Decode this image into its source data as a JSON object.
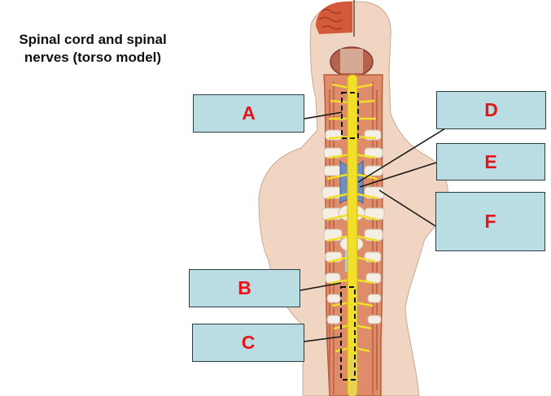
{
  "title": {
    "line1": "Spinal cord and spinal",
    "line2": "nerves (torso model)"
  },
  "labels": {
    "a": "A",
    "b": "B",
    "c": "C",
    "d": "D",
    "e": "E",
    "f": "F"
  },
  "colors": {
    "label_fill": "#b9dde2",
    "label_letter": "#e8141a",
    "skin": "#f0d6c2",
    "spinal_cord": "#f1df2a"
  }
}
